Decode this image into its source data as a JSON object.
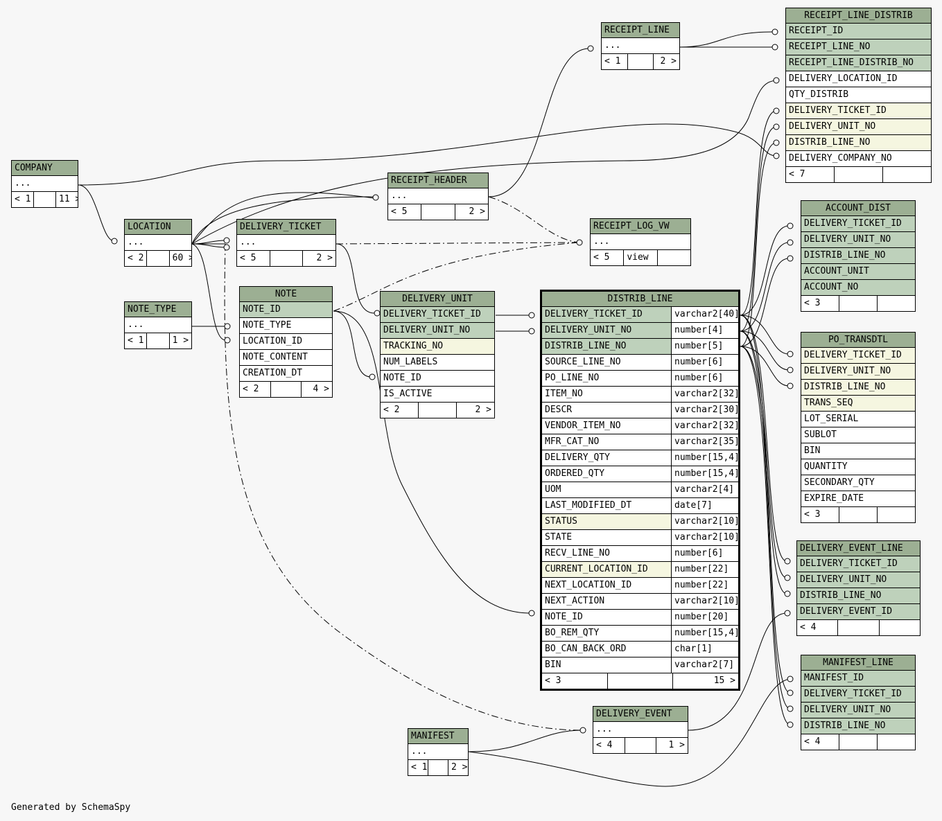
{
  "footer": "Generated by SchemaSpy",
  "tables": {
    "receipt_line_distrib": {
      "title": "RECEIPT_LINE_DISTRIB",
      "columns": [
        {
          "name": "RECEIPT_ID",
          "kind": "key"
        },
        {
          "name": "RECEIPT_LINE_NO",
          "kind": "key"
        },
        {
          "name": "RECEIPT_LINE_DISTRIB_NO",
          "kind": "key"
        },
        {
          "name": "DELIVERY_LOCATION_ID",
          "kind": "plain"
        },
        {
          "name": "QTY_DISTRIB",
          "kind": "plain"
        },
        {
          "name": "DELIVERY_TICKET_ID",
          "kind": "idx"
        },
        {
          "name": "DELIVERY_UNIT_NO",
          "kind": "idx"
        },
        {
          "name": "DISTRIB_LINE_NO",
          "kind": "idx"
        },
        {
          "name": "DELIVERY_COMPANY_NO",
          "kind": "plain"
        }
      ],
      "footer": [
        "< 7",
        "",
        ""
      ]
    },
    "receipt_line": {
      "title": "RECEIPT_LINE",
      "columns": [
        {
          "name": "...",
          "kind": "plain"
        }
      ],
      "footer": [
        "< 1",
        "",
        "2 >"
      ]
    },
    "company": {
      "title": "COMPANY",
      "columns": [
        {
          "name": "...",
          "kind": "plain"
        }
      ],
      "footer": [
        "< 1",
        "",
        "11 >"
      ]
    },
    "receipt_header": {
      "title": "RECEIPT_HEADER",
      "columns": [
        {
          "name": "...",
          "kind": "plain"
        }
      ],
      "footer": [
        "< 5",
        "",
        "2 >"
      ]
    },
    "location": {
      "title": "LOCATION",
      "columns": [
        {
          "name": "...",
          "kind": "plain"
        }
      ],
      "footer": [
        "< 2",
        "",
        "60 >"
      ]
    },
    "delivery_ticket": {
      "title": "DELIVERY_TICKET",
      "columns": [
        {
          "name": "...",
          "kind": "plain"
        }
      ],
      "footer": [
        "< 5",
        "",
        "2 >"
      ]
    },
    "receipt_log_vw": {
      "title": "RECEIPT_LOG_VW",
      "columns": [
        {
          "name": "...",
          "kind": "plain"
        }
      ],
      "footer": [
        "< 5",
        "view",
        ""
      ]
    },
    "account_dist": {
      "title": "ACCOUNT_DIST",
      "columns": [
        {
          "name": "DELIVERY_TICKET_ID",
          "kind": "key"
        },
        {
          "name": "DELIVERY_UNIT_NO",
          "kind": "key"
        },
        {
          "name": "DISTRIB_LINE_NO",
          "kind": "key"
        },
        {
          "name": "ACCOUNT_UNIT",
          "kind": "key"
        },
        {
          "name": "ACCOUNT_NO",
          "kind": "key"
        }
      ],
      "footer": [
        "< 3",
        "",
        ""
      ]
    },
    "note_type": {
      "title": "NOTE_TYPE",
      "columns": [
        {
          "name": "...",
          "kind": "plain"
        }
      ],
      "footer": [
        "< 1",
        "",
        "1 >"
      ]
    },
    "note": {
      "title": "NOTE",
      "columns": [
        {
          "name": "NOTE_ID",
          "kind": "key"
        },
        {
          "name": "NOTE_TYPE",
          "kind": "plain"
        },
        {
          "name": "LOCATION_ID",
          "kind": "plain"
        },
        {
          "name": "NOTE_CONTENT",
          "kind": "plain"
        },
        {
          "name": "CREATION_DT",
          "kind": "plain"
        }
      ],
      "footer": [
        "< 2",
        "",
        "4 >"
      ]
    },
    "delivery_unit": {
      "title": "DELIVERY_UNIT",
      "columns": [
        {
          "name": "DELIVERY_TICKET_ID",
          "kind": "key"
        },
        {
          "name": "DELIVERY_UNIT_NO",
          "kind": "key"
        },
        {
          "name": "TRACKING_NO",
          "kind": "idx"
        },
        {
          "name": "NUM_LABELS",
          "kind": "plain"
        },
        {
          "name": "NOTE_ID",
          "kind": "plain"
        },
        {
          "name": "IS_ACTIVE",
          "kind": "plain"
        }
      ],
      "footer": [
        "< 2",
        "",
        "2 >"
      ]
    },
    "distrib_line": {
      "title": "DISTRIB_LINE",
      "columns": [
        {
          "name": "DELIVERY_TICKET_ID",
          "type": "varchar2[40]",
          "kind": "key"
        },
        {
          "name": "DELIVERY_UNIT_NO",
          "type": "number[4]",
          "kind": "key"
        },
        {
          "name": "DISTRIB_LINE_NO",
          "type": "number[5]",
          "kind": "key"
        },
        {
          "name": "SOURCE_LINE_NO",
          "type": "number[6]",
          "kind": "plain"
        },
        {
          "name": "PO_LINE_NO",
          "type": "number[6]",
          "kind": "plain"
        },
        {
          "name": "ITEM_NO",
          "type": "varchar2[32]",
          "kind": "plain"
        },
        {
          "name": "DESCR",
          "type": "varchar2[30]",
          "kind": "plain"
        },
        {
          "name": "VENDOR_ITEM_NO",
          "type": "varchar2[32]",
          "kind": "plain"
        },
        {
          "name": "MFR_CAT_NO",
          "type": "varchar2[35]",
          "kind": "plain"
        },
        {
          "name": "DELIVERY_QTY",
          "type": "number[15,4]",
          "kind": "plain"
        },
        {
          "name": "ORDERED_QTY",
          "type": "number[15,4]",
          "kind": "plain"
        },
        {
          "name": "UOM",
          "type": "varchar2[4]",
          "kind": "plain"
        },
        {
          "name": "LAST_MODIFIED_DT",
          "type": "date[7]",
          "kind": "plain"
        },
        {
          "name": "STATUS",
          "type": "varchar2[10]",
          "kind": "idx"
        },
        {
          "name": "STATE",
          "type": "varchar2[10]",
          "kind": "plain"
        },
        {
          "name": "RECV_LINE_NO",
          "type": "number[6]",
          "kind": "plain"
        },
        {
          "name": "CURRENT_LOCATION_ID",
          "type": "number[22]",
          "kind": "idx"
        },
        {
          "name": "NEXT_LOCATION_ID",
          "type": "number[22]",
          "kind": "plain"
        },
        {
          "name": "NEXT_ACTION",
          "type": "varchar2[10]",
          "kind": "plain"
        },
        {
          "name": "NOTE_ID",
          "type": "number[20]",
          "kind": "plain"
        },
        {
          "name": "BO_REM_QTY",
          "type": "number[15,4]",
          "kind": "plain"
        },
        {
          "name": "BO_CAN_BACK_ORD",
          "type": "char[1]",
          "kind": "plain"
        },
        {
          "name": "BIN",
          "type": "varchar2[7]",
          "kind": "plain"
        }
      ],
      "footer": [
        "< 3",
        "",
        "15 >"
      ]
    },
    "po_transdtl": {
      "title": "PO_TRANSDTL",
      "columns": [
        {
          "name": "DELIVERY_TICKET_ID",
          "kind": "idx"
        },
        {
          "name": "DELIVERY_UNIT_NO",
          "kind": "idx"
        },
        {
          "name": "DISTRIB_LINE_NO",
          "kind": "idx"
        },
        {
          "name": "TRANS_SEQ",
          "kind": "idx"
        },
        {
          "name": "LOT_SERIAL",
          "kind": "plain"
        },
        {
          "name": "SUBLOT",
          "kind": "plain"
        },
        {
          "name": "BIN",
          "kind": "plain"
        },
        {
          "name": "QUANTITY",
          "kind": "plain"
        },
        {
          "name": "SECONDARY_QTY",
          "kind": "plain"
        },
        {
          "name": "EXPIRE_DATE",
          "kind": "plain"
        }
      ],
      "footer": [
        "< 3",
        "",
        ""
      ]
    },
    "delivery_event_line": {
      "title": "DELIVERY_EVENT_LINE",
      "columns": [
        {
          "name": "DELIVERY_TICKET_ID",
          "kind": "key"
        },
        {
          "name": "DELIVERY_UNIT_NO",
          "kind": "key"
        },
        {
          "name": "DISTRIB_LINE_NO",
          "kind": "key"
        },
        {
          "name": "DELIVERY_EVENT_ID",
          "kind": "key"
        }
      ],
      "footer": [
        "< 4",
        "",
        ""
      ]
    },
    "manifest_line": {
      "title": "MANIFEST_LINE",
      "columns": [
        {
          "name": "MANIFEST_ID",
          "kind": "key"
        },
        {
          "name": "DELIVERY_TICKET_ID",
          "kind": "key"
        },
        {
          "name": "DELIVERY_UNIT_NO",
          "kind": "key"
        },
        {
          "name": "DISTRIB_LINE_NO",
          "kind": "key"
        }
      ],
      "footer": [
        "< 4",
        "",
        ""
      ]
    },
    "delivery_event": {
      "title": "DELIVERY_EVENT",
      "columns": [
        {
          "name": "...",
          "kind": "plain"
        }
      ],
      "footer": [
        "< 4",
        "",
        "1 >"
      ]
    },
    "manifest": {
      "title": "MANIFEST",
      "columns": [
        {
          "name": "...",
          "kind": "plain"
        }
      ],
      "footer": [
        "< 1",
        "",
        "2 >"
      ]
    }
  },
  "colors": {
    "header": "#9caf93",
    "key_row": "#bed1bb",
    "index_row": "#f5f6e0",
    "background": "#f7f7f7"
  }
}
